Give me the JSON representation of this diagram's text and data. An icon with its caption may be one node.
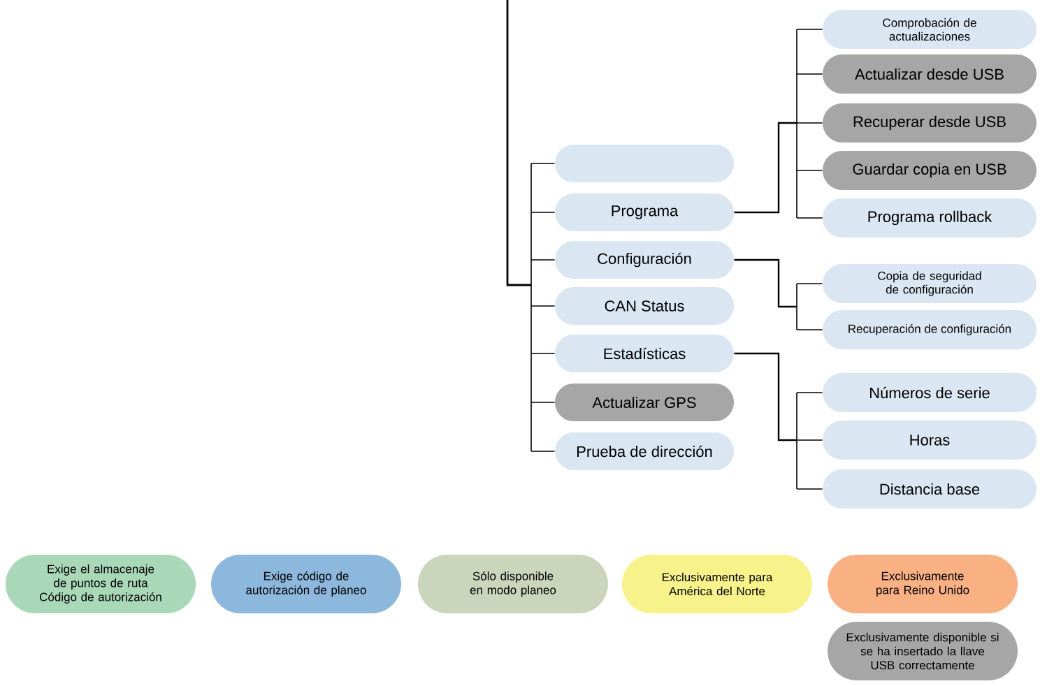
{
  "diagram": {
    "nodes": [
      {
        "text": [],
        "shape": "box"
      },
      {
        "text": [
          "Programa"
        ]
      },
      {
        "text": [
          "Configuración"
        ]
      },
      {
        "text": [
          "CAN Status"
        ]
      },
      {
        "text": [
          "Estadísticas"
        ]
      },
      {
        "text": [
          "Actualizar GPS"
        ]
      },
      {
        "text": [
          "Prueba de dirección"
        ]
      },
      {
        "text": [
          "Comprobación de actualizaciones"
        ]
      },
      {
        "text": [
          "Actualizar desde USB"
        ]
      },
      {
        "text": [
          "Recuperar desde USB"
        ]
      },
      {
        "text": [
          "Guardar copia en USB"
        ]
      },
      {
        "text": [
          "Programa rollback"
        ]
      },
      {
        "text": [
          "Copia de seguridad de configuración"
        ]
      },
      {
        "text": [
          "Recuperación de configuración"
        ]
      },
      {
        "text": [
          "Números de serie"
        ]
      },
      {
        "text": [
          "Horas"
        ]
      },
      {
        "text": [
          "Distancia base"
        ]
      }
    ],
    "edges": [
      {
        "from": null,
        "to": 0,
        "arrow": "none"
      },
      {
        "from": null,
        "to": 1,
        "arrow": "none"
      },
      {
        "from": null,
        "to": 2,
        "arrow": "none"
      },
      {
        "from": null,
        "to": 3,
        "arrow": "none"
      },
      {
        "from": null,
        "to": 4,
        "arrow": "none"
      },
      {
        "from": null,
        "to": 5,
        "arrow": "none"
      },
      {
        "from": null,
        "to": 6,
        "arrow": "none"
      },
      {
        "from": 1,
        "to": 7,
        "arrow": "none"
      },
      {
        "from": 1,
        "to": 8,
        "arrow": "none"
      },
      {
        "from": 1,
        "to": 9,
        "arrow": "none"
      },
      {
        "from": 1,
        "to": 10,
        "arrow": "none"
      },
      {
        "from": 1,
        "to": 11,
        "arrow": "none"
      },
      {
        "from": 2,
        "to": 12,
        "arrow": "none"
      },
      {
        "from": 2,
        "to": 13,
        "arrow": "none"
      },
      {
        "from": 4,
        "to": 14,
        "arrow": "none"
      },
      {
        "from": 4,
        "to": 15,
        "arrow": "none"
      },
      {
        "from": 4,
        "to": 16,
        "arrow": "none"
      }
    ],
    "legend": [
      {
        "text": "Exige el almacenaje de puntos de ruta Código de autorización",
        "color": "#a9d8b8"
      },
      {
        "text": "Exige código de autorización de planeo",
        "color": "#8cb8dd"
      },
      {
        "text": "Sólo disponible en modo planeo",
        "color": "#cbd5bc"
      },
      {
        "text": "Exclusivamente para América del Norte",
        "color": "#f8f28a"
      },
      {
        "text": "Exclusivamente para Reino Unido",
        "color": "#f9b183"
      },
      {
        "text": "Exclusivamente disponible si se ha insertado la llave USB correctamente",
        "color": "#a6a6a6"
      }
    ]
  }
}
